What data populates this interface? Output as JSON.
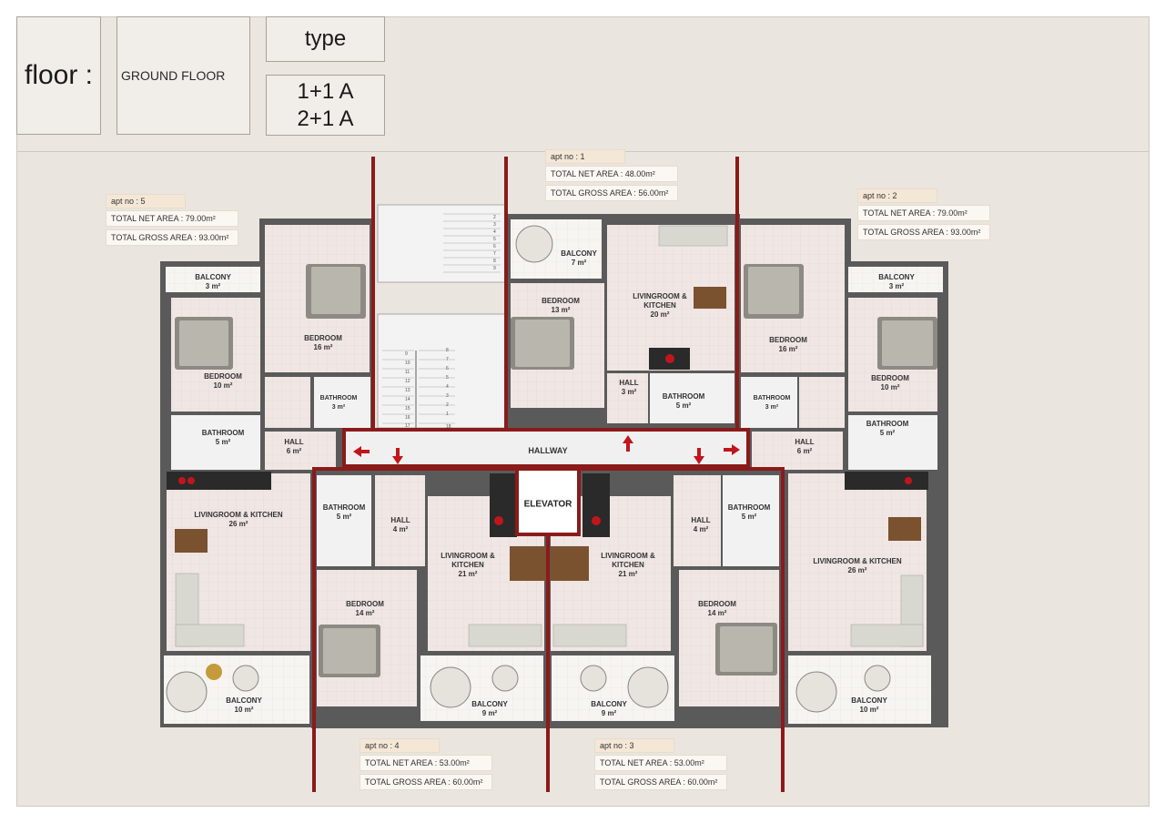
{
  "header": {
    "floor_label": "floor :",
    "floor_value": "GROUND FLOOR",
    "type_label": "type",
    "type_values": [
      "1+1 A",
      "2+1 A"
    ]
  },
  "apartments": [
    {
      "no": "apt no : 5",
      "net": "TOTAL NET AREA : 79.00m²",
      "gross": "TOTAL GROSS AREA : 93.00m²"
    },
    {
      "no": "apt no : 1",
      "net": "TOTAL NET AREA : 48.00m²",
      "gross": "TOTAL GROSS AREA : 56.00m²"
    },
    {
      "no": "apt no : 2",
      "net": "TOTAL NET AREA : 79.00m²",
      "gross": "TOTAL GROSS AREA : 93.00m²"
    },
    {
      "no": "apt no : 4",
      "net": "TOTAL NET AREA : 53.00m²",
      "gross": "TOTAL GROSS AREA : 60.00m²"
    },
    {
      "no": "apt no : 3",
      "net": "TOTAL NET AREA : 53.00m²",
      "gross": "TOTAL GROSS AREA : 60.00m²"
    }
  ],
  "rooms": {
    "a5_balcony": {
      "name": "BALCONY",
      "area": "3 m²"
    },
    "a5_bedroom16": {
      "name": "BEDROOM",
      "area": "16 m²"
    },
    "a5_bedroom10": {
      "name": "BEDROOM",
      "area": "10 m²"
    },
    "a5_bath3": {
      "name": "BATHROOM",
      "area": "3 m²"
    },
    "a5_bath5": {
      "name": "BATHROOM",
      "area": "5 m²"
    },
    "a5_hall": {
      "name": "HALL",
      "area": "6 m²"
    },
    "a5_living": {
      "name": "LIVINGROOM & KITCHEN",
      "area": "26 m²"
    },
    "a5_balcony10": {
      "name": "BALCONY",
      "area": "10 m²"
    },
    "a1_balcony": {
      "name": "BALCONY",
      "area": "7 m²"
    },
    "a1_bedroom": {
      "name": "BEDROOM",
      "area": "13 m²"
    },
    "a1_living": {
      "name": "LIVINGROOM & KITCHEN",
      "area": "20 m²"
    },
    "a1_hall": {
      "name": "HALL",
      "area": "3 m²"
    },
    "a1_bath": {
      "name": "BATHROOM",
      "area": "5 m²"
    },
    "a2_balcony": {
      "name": "BALCONY",
      "area": "3 m²"
    },
    "a2_bedroom16": {
      "name": "BEDROOM",
      "area": "16 m²"
    },
    "a2_bedroom10": {
      "name": "BEDROOM",
      "area": "10 m²"
    },
    "a2_bath3": {
      "name": "BATHROOM",
      "area": "3 m²"
    },
    "a2_bath5": {
      "name": "BATHROOM",
      "area": "5 m²"
    },
    "a2_hall": {
      "name": "HALL",
      "area": "6 m²"
    },
    "a2_living": {
      "name": "LIVINGROOM & KITCHEN",
      "area": "26 m²"
    },
    "a2_balcony10": {
      "name": "BALCONY",
      "area": "10 m²"
    },
    "a4_bath": {
      "name": "BATHROOM",
      "area": "5 m²"
    },
    "a4_hall": {
      "name": "HALL",
      "area": "4 m²"
    },
    "a4_living": {
      "name": "LIVINGROOM & KITCHEN",
      "area": "21 m²"
    },
    "a4_bedroom": {
      "name": "BEDROOM",
      "area": "14 m²"
    },
    "a4_balcony": {
      "name": "BALCONY",
      "area": "9 m²"
    },
    "a3_bath": {
      "name": "BATHROOM",
      "area": "5 m²"
    },
    "a3_hall": {
      "name": "HALL",
      "area": "4 m²"
    },
    "a3_living": {
      "name": "LIVINGROOM & KITCHEN",
      "area": "21 m²"
    },
    "a3_bedroom": {
      "name": "BEDROOM",
      "area": "14 m²"
    },
    "a3_balcony": {
      "name": "BALCONY",
      "area": "9 m²"
    }
  },
  "common": {
    "hallway": "HALLWAY",
    "elevator": "ELEVATOR",
    "stairs_upper": [
      "2",
      "3",
      "4",
      "5",
      "6",
      "7",
      "8",
      "9"
    ],
    "stairs_lower": [
      "9",
      "10",
      "11",
      "12",
      "13",
      "14",
      "15",
      "16",
      "17",
      "18",
      "8",
      "7",
      "6",
      "5",
      "4",
      "3",
      "2",
      "1"
    ]
  },
  "colors": {
    "divider": "#8b1a1a",
    "room_floor": "#f0e6e4",
    "wall": "#4a4a4a",
    "balcony_floor": "#f7f5f2",
    "arrow": "#c0161b"
  }
}
